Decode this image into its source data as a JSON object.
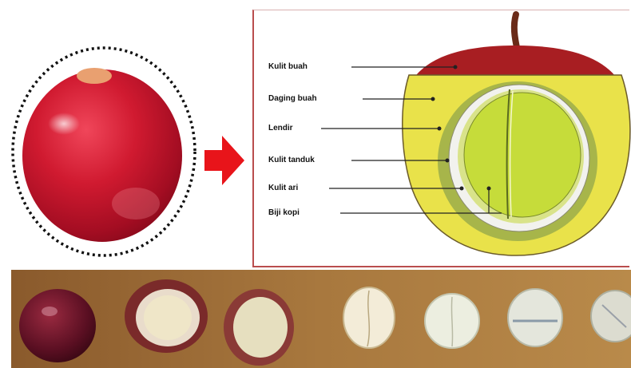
{
  "diagram": {
    "labels": [
      {
        "text": "Kulit buah"
      },
      {
        "text": "Daging buah"
      },
      {
        "text": "Lendir"
      },
      {
        "text": "Kulit tanduk"
      },
      {
        "text": "Kulit ari"
      },
      {
        "text": "Biji kopi"
      }
    ]
  },
  "colors": {
    "fruit_red": "#c8142a",
    "arrow_red": "#e8141a",
    "pulp_yellow": "#e9e24a",
    "mucilage_green": "#a7b54a",
    "parchment_white": "#f2f2ee",
    "bean_green": "#c6dc3a",
    "panel_border": "#b94d4d",
    "board_wood": "#9a6a38"
  }
}
